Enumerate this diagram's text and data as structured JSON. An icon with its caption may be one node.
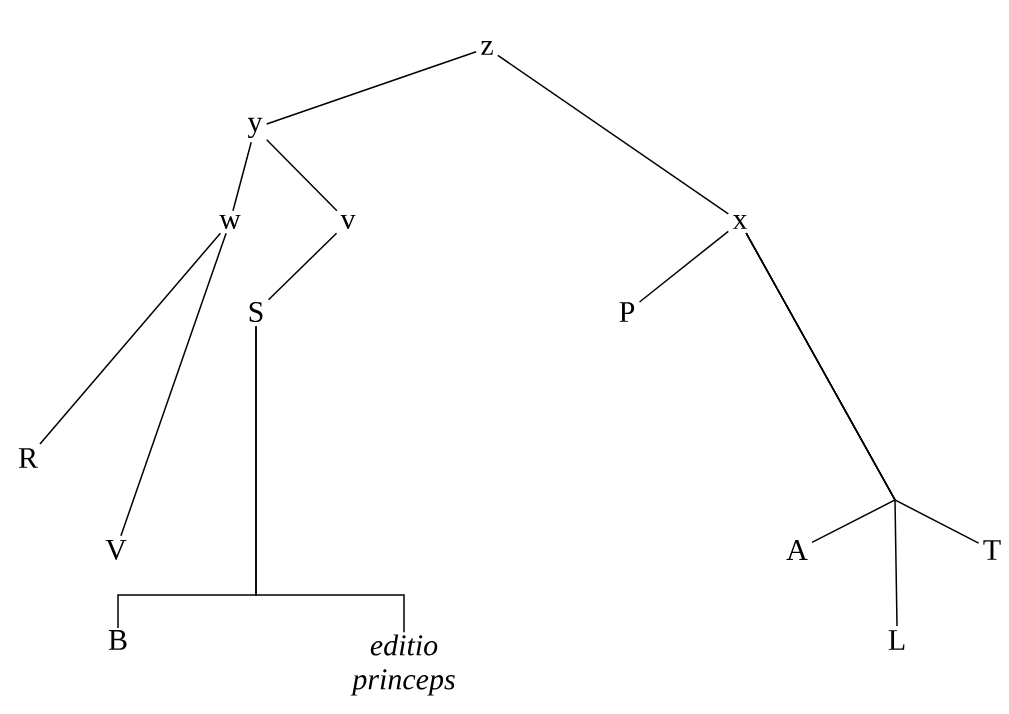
{
  "diagram": {
    "nodes": [
      {
        "text": [
          "z"
        ]
      },
      {
        "text": [
          "y"
        ]
      },
      {
        "text": [
          "w"
        ]
      },
      {
        "text": [
          "v"
        ]
      },
      {
        "text": [
          "x"
        ]
      },
      {
        "text": [
          "S"
        ]
      },
      {
        "text": [
          "P"
        ]
      },
      {
        "text": [
          "R"
        ]
      },
      {
        "text": [
          "V"
        ]
      },
      {
        "text": [
          "A"
        ]
      },
      {
        "text": [
          "T"
        ]
      },
      {
        "text": [
          "B"
        ]
      },
      {
        "text": [
          "editio princeps"
        ]
      },
      {
        "text": [
          "L"
        ]
      }
    ],
    "edges": [
      {
        "from": 0,
        "to": 1,
        "arrow": "none"
      },
      {
        "from": 0,
        "to": 4,
        "arrow": "none"
      },
      {
        "from": 1,
        "to": 2,
        "arrow": "none"
      },
      {
        "from": 1,
        "to": 3,
        "arrow": "none"
      },
      {
        "from": 2,
        "to": 7,
        "arrow": "none"
      },
      {
        "from": 2,
        "to": 8,
        "arrow": "none"
      },
      {
        "from": 3,
        "to": 5,
        "arrow": "none"
      },
      {
        "from": 5,
        "to": 11,
        "arrow": "none"
      },
      {
        "from": 5,
        "to": 12,
        "arrow": "none"
      },
      {
        "from": 4,
        "to": 6,
        "arrow": "none"
      },
      {
        "from": 4,
        "to": 9,
        "arrow": "none"
      },
      {
        "from": 4,
        "to": 13,
        "arrow": "none"
      },
      {
        "from": 4,
        "to": 10,
        "arrow": "none"
      }
    ]
  }
}
